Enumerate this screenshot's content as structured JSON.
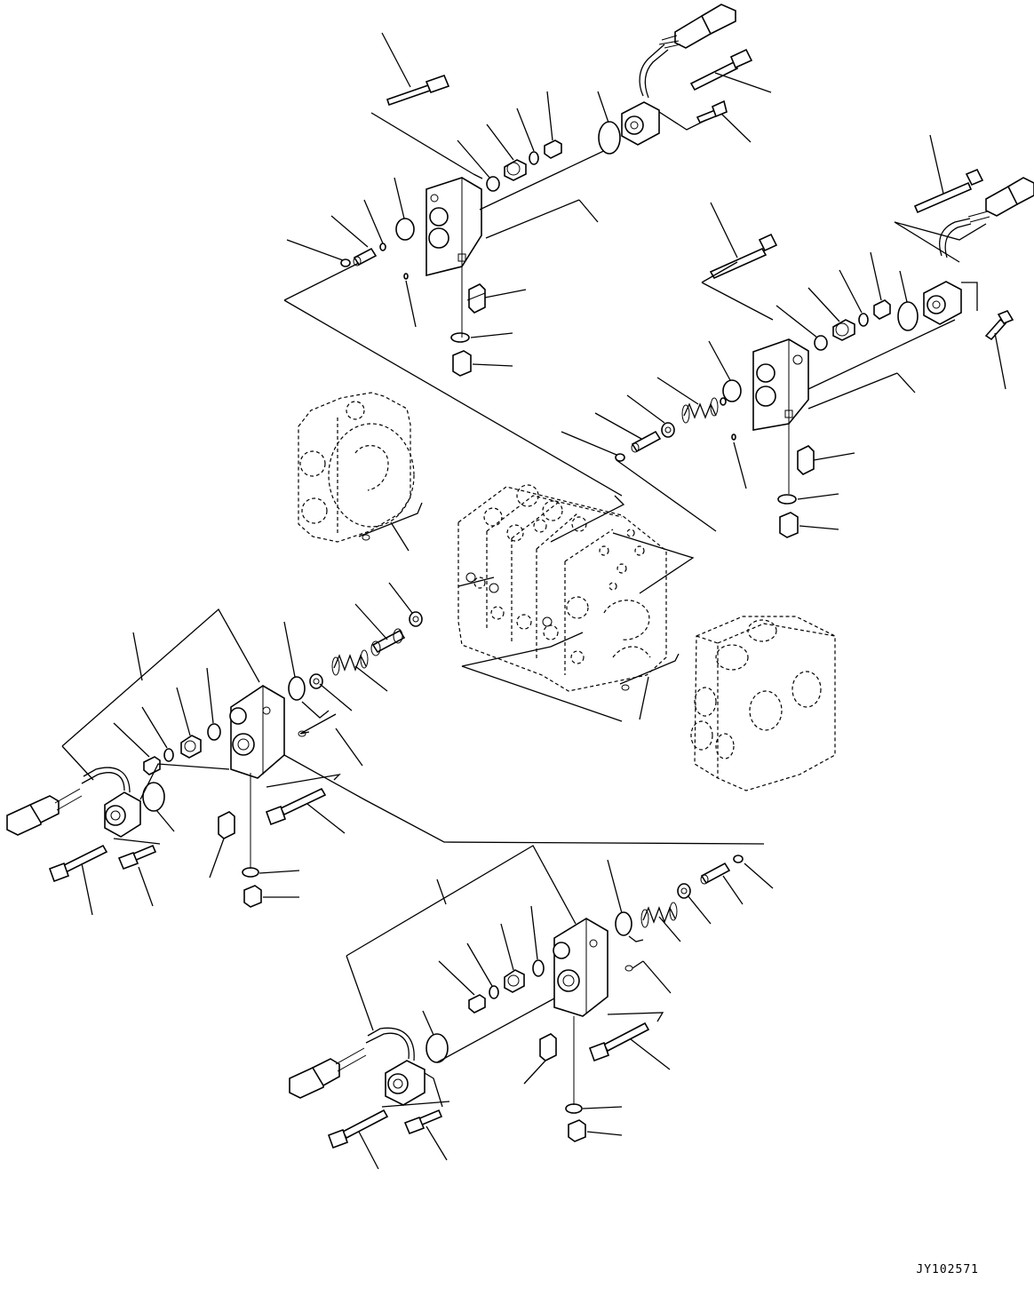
{
  "drawing": {
    "reference_code": "JY102571"
  },
  "assemblies": [
    {
      "id": "upper-solenoid-valve-assembly"
    },
    {
      "id": "right-solenoid-valve-assembly"
    },
    {
      "id": "left-solenoid-valve-assembly"
    },
    {
      "id": "lower-solenoid-valve-assembly"
    },
    {
      "id": "main-valve-body"
    },
    {
      "id": "end-cover-left"
    },
    {
      "id": "end-cover-right"
    }
  ]
}
